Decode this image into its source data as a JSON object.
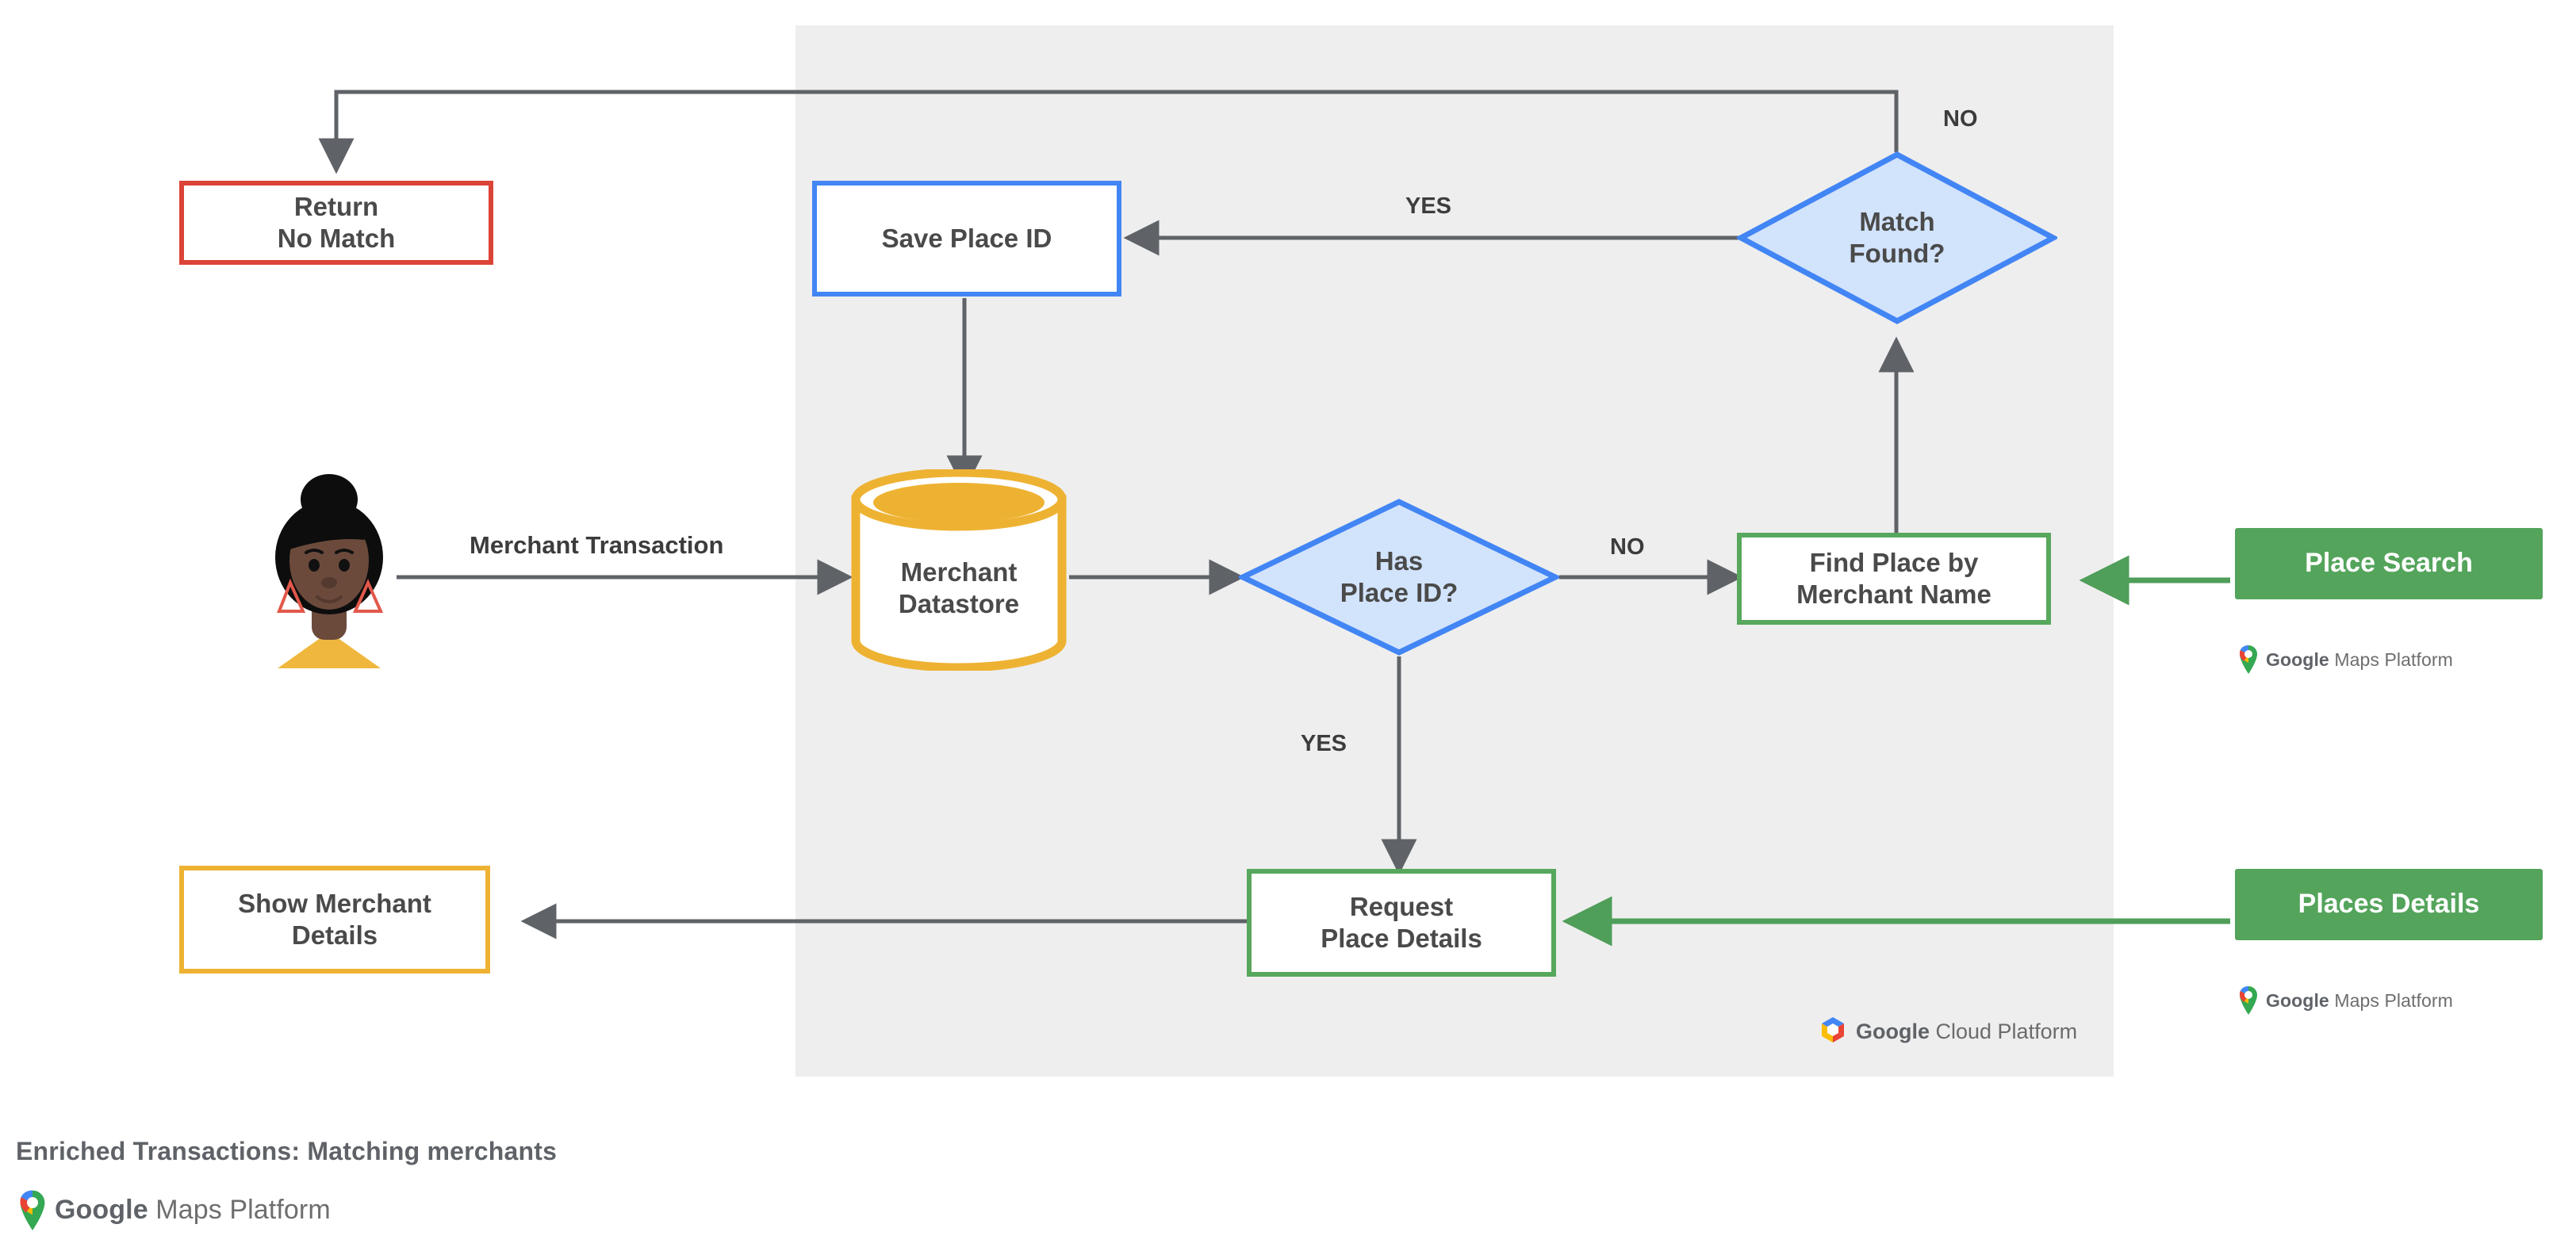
{
  "diagram": {
    "caption": "Enriched Transactions: Matching merchants",
    "panel_label": "Google Cloud Platform",
    "colors": {
      "panel_bg": "#eeeeee",
      "red": "#db4437",
      "blue": "#4285f4",
      "diamond_fill": "#d2e3fc",
      "green": "#57a75c",
      "green_fill": "#54a45c",
      "amber": "#eeb233",
      "line": "#5f6368",
      "text": "#4a4a4a"
    },
    "nodes": {
      "return_no_match": {
        "line1": "Return",
        "line2": "No Match"
      },
      "save_place_id": {
        "line1": "Save Place ID"
      },
      "merchant_datastore": {
        "line1": "Merchant",
        "line2": "Datastore"
      },
      "has_place_id": {
        "line1": "Has",
        "line2": "Place ID?"
      },
      "match_found": {
        "line1": "Match",
        "line2": "Found?"
      },
      "find_place": {
        "line1": "Find Place by",
        "line2": "Merchant Name"
      },
      "request_place_details": {
        "line1": "Request",
        "line2": "Place Details"
      },
      "show_merchant_details": {
        "line1": "Show Merchant",
        "line2": "Details"
      },
      "place_search": {
        "line1": "Place Search"
      },
      "places_details": {
        "line1": "Places Details"
      }
    },
    "edge_labels": {
      "merchant_transaction": "Merchant Transaction",
      "has_place_id_no": "NO",
      "has_place_id_yes": "YES",
      "match_found_yes": "YES",
      "match_found_no": "NO"
    },
    "logos": {
      "maps_platform_google": "Google",
      "maps_platform_suffix": " Maps Platform",
      "cloud_google": "Google",
      "cloud_suffix": " Cloud Platform"
    },
    "icons": {
      "user": "user-avatar-icon",
      "maps_pin": "google-maps-pin-icon",
      "cloud_hex": "google-cloud-hexagon-icon"
    }
  }
}
